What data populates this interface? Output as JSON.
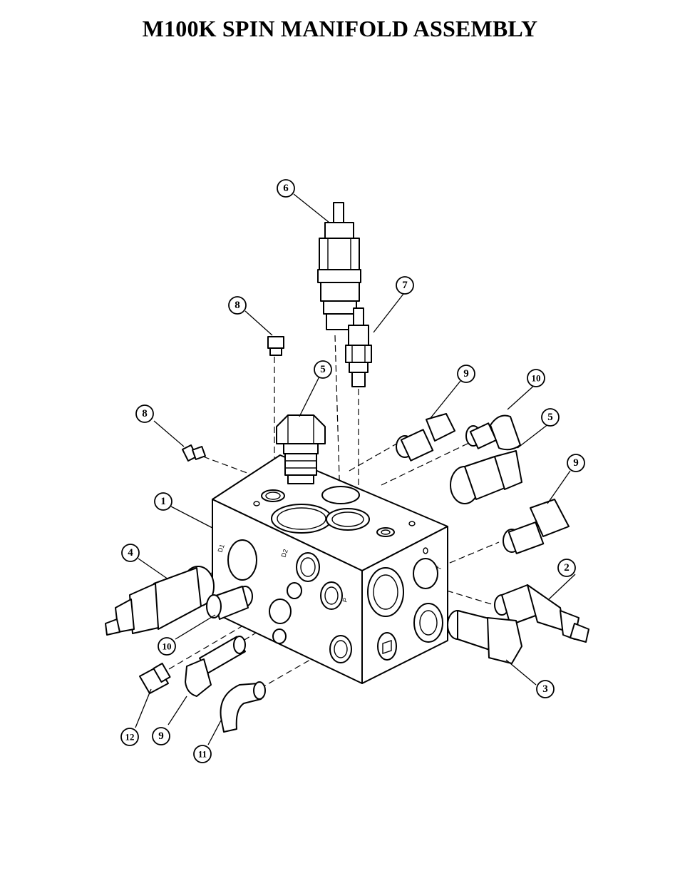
{
  "title": "M100K SPIN MANIFOLD ASSEMBLY",
  "callouts": [
    "1",
    "2",
    "3",
    "4",
    "5",
    "6",
    "7",
    "8",
    "9",
    "10",
    "11",
    "12"
  ]
}
